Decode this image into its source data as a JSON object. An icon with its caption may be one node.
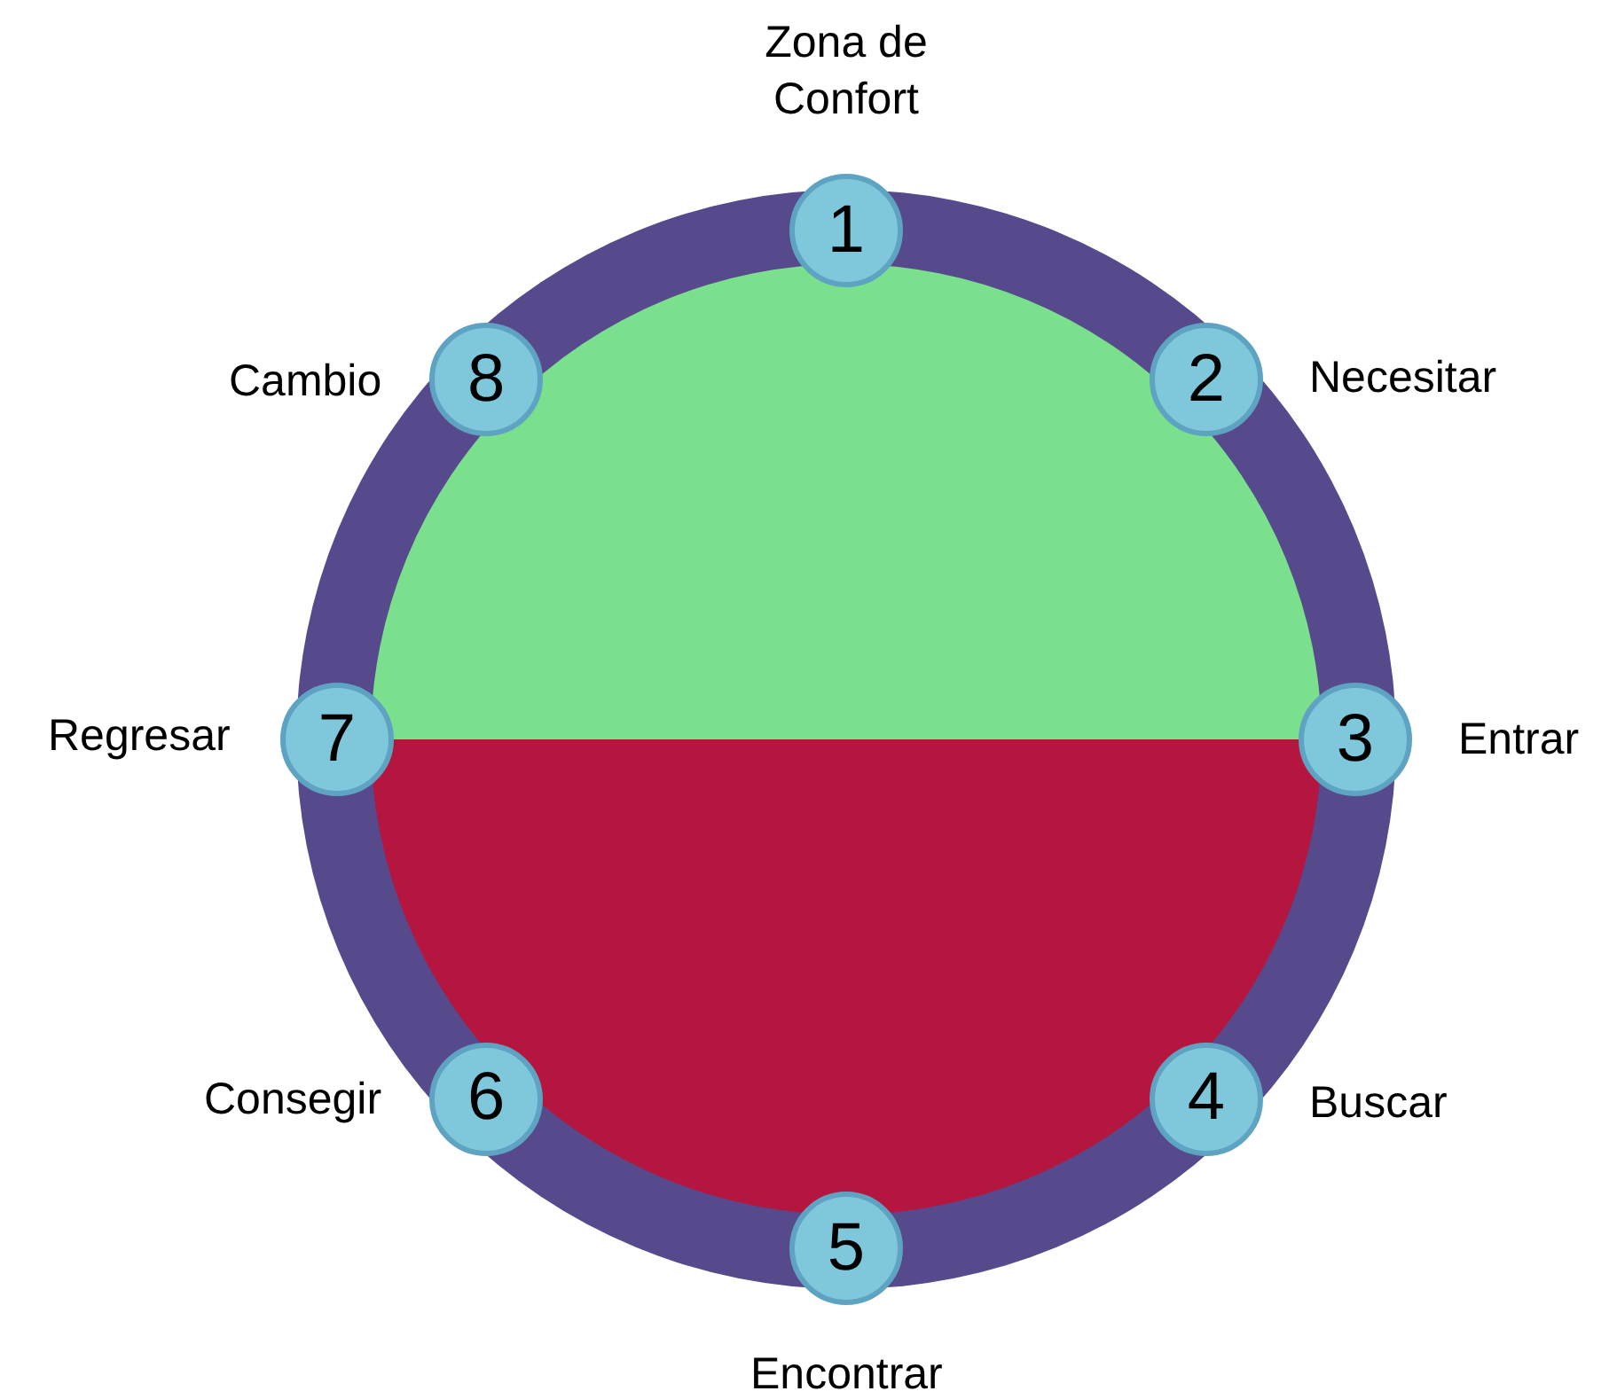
{
  "diagram": {
    "nodes": [
      {
        "text": [
          "1"
        ],
        "beside": [
          "Zona de Confort"
        ]
      },
      {
        "text": [
          "2"
        ],
        "beside": [
          "Necesitar"
        ]
      },
      {
        "text": [
          "3"
        ],
        "beside": [
          "Entrar"
        ]
      },
      {
        "text": [
          "4"
        ],
        "beside": [
          "Buscar"
        ]
      },
      {
        "text": [
          "5"
        ],
        "beside": [
          "Encontrar"
        ]
      },
      {
        "text": [
          "6"
        ],
        "beside": [
          "Consegir"
        ]
      },
      {
        "text": [
          "7"
        ],
        "beside": [
          "Regresar"
        ]
      },
      {
        "text": [
          "8"
        ],
        "beside": [
          "Cambio"
        ]
      }
    ]
  }
}
